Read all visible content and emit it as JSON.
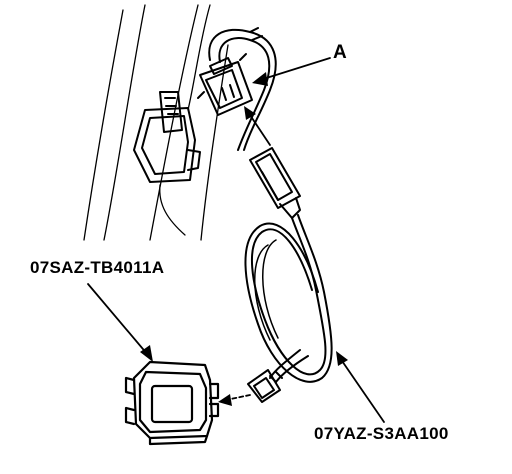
{
  "diagram": {
    "callouts": {
      "connector_a": "A",
      "tester_part": "07SAZ-TB4011A",
      "harness_part": "07YAZ-S3AA100"
    },
    "colors": {
      "line": "#000000",
      "background": "#ffffff"
    },
    "icons": [
      "arrow-icon",
      "connector-icon",
      "tester-box-icon",
      "cable-coil-icon",
      "bracket-icon"
    ]
  }
}
